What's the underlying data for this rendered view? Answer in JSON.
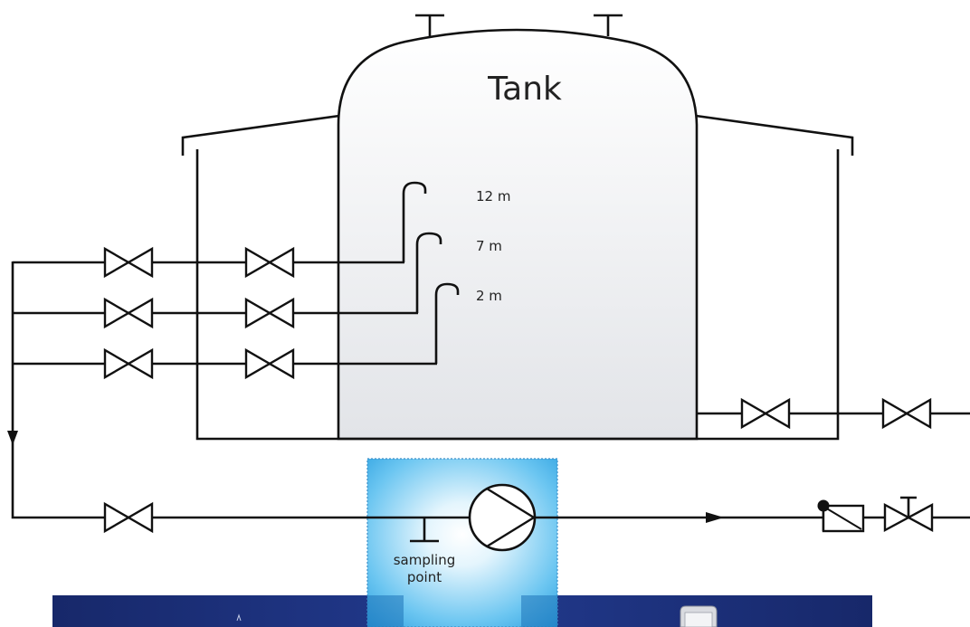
{
  "tank": {
    "title": "Tank"
  },
  "probes": [
    {
      "label": "12 m"
    },
    {
      "label": "7 m"
    },
    {
      "label": "2 m"
    }
  ],
  "sampling": {
    "label_line1": "sampling",
    "label_line2": "point"
  },
  "colors": {
    "line": "#111111",
    "tank_fill_top": "#ffffff",
    "tank_fill_bottom": "#e4e6e9",
    "sampling_glow": "#29a8e8",
    "bottom_panel": "#1b2f78"
  }
}
